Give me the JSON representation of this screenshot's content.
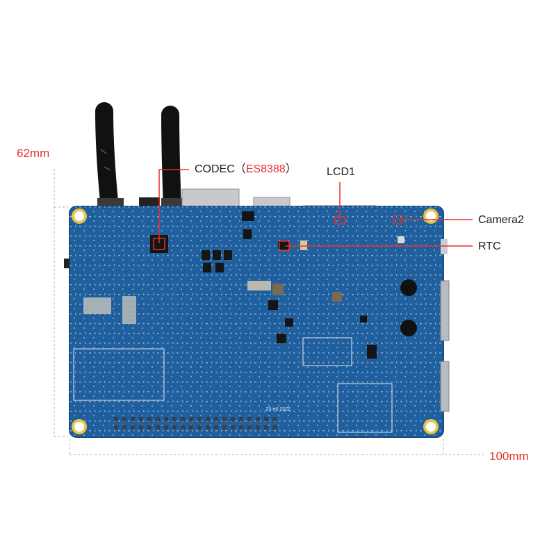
{
  "dimensions": {
    "height": "62mm",
    "width": "100mm"
  },
  "callouts": {
    "codec": {
      "label": "CODEC（",
      "chip": "ES8388",
      "close": "）"
    },
    "lcd": {
      "label": "LCD1"
    },
    "camera": {
      "label": "Camera2"
    },
    "rtc": {
      "label": "RTC"
    }
  },
  "board_markings": {
    "date_code": "2252 04-02"
  },
  "colors": {
    "board": "#1f5f9e",
    "board_edge": "#174d84",
    "callout_line": "#e5302d",
    "dimension_line": "#bdbdbd",
    "mounting_hole_ring": "#e9c44a"
  }
}
